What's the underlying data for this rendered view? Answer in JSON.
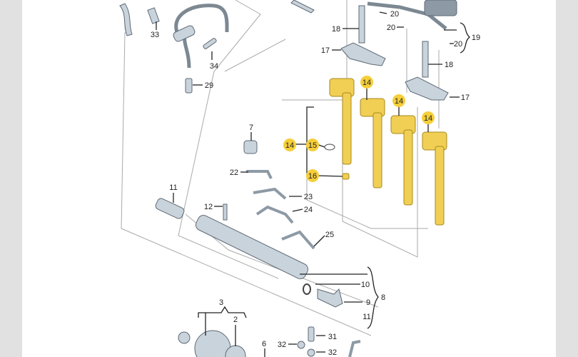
{
  "diagram": {
    "title": "Fuel injection system exploded parts diagram",
    "callouts": [
      "33",
      "34",
      "29",
      "18",
      "20",
      "20",
      "19",
      "20",
      "18",
      "17",
      "17",
      "14",
      "14",
      "14",
      "14",
      "15",
      "16",
      "7",
      "22",
      "23",
      "24",
      "25",
      "11",
      "12",
      "10",
      "9",
      "8",
      "11",
      "3",
      "2",
      "6",
      "31",
      "32",
      "32"
    ],
    "highlight_color": "#f5cf3a",
    "injector_color": "#f1cf55",
    "part_color": "#c9d3dc"
  }
}
